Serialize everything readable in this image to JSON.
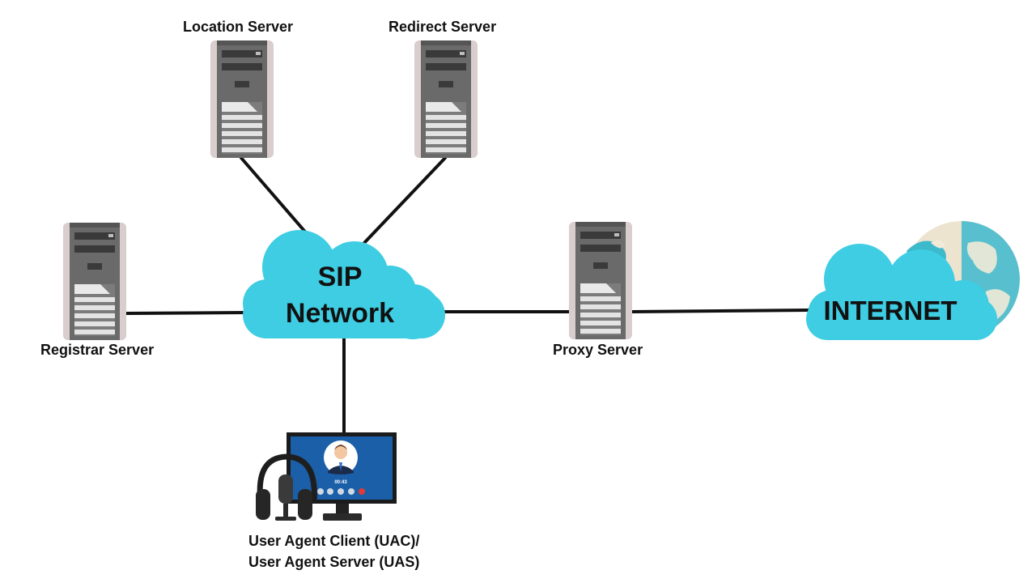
{
  "nodes": {
    "location_server": "Location Server",
    "redirect_server": "Redirect Server",
    "registrar_server": "Registrar Server",
    "proxy_server": "Proxy Server",
    "sip_line1": "SIP",
    "sip_line2": "Network",
    "internet": "INTERNET",
    "uac_line1": "User Agent Client (UAC)/",
    "uac_line2": "User Agent Server (UAS)"
  },
  "call_screen": {
    "timer": "00:43"
  },
  "colors": {
    "cloud": "#3ecde2",
    "server_frame": "#d8cccc",
    "server_body": "#6b6b6b",
    "connector": "#111111",
    "monitor_screen": "#1a5fa8",
    "globe_land": "#f1ead7",
    "globe_water": "#3db9cc"
  },
  "icons": [
    "server-icon",
    "cloud-icon",
    "globe-icon",
    "monitor-icon",
    "headset-icon",
    "microphone-icon"
  ]
}
